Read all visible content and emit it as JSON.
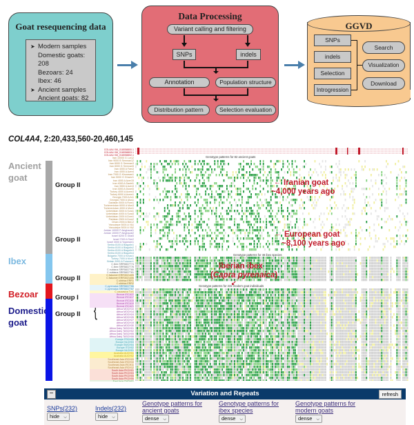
{
  "workflow": {
    "input_box": {
      "title": "Goat resequencing data",
      "items": [
        {
          "bullet": "➤",
          "label": "Modern samples",
          "subs": [
            "Domestic goats: 208",
            "Bezoars: 24",
            "Ibex: 46"
          ]
        },
        {
          "bullet": "➤",
          "label": "Ancient samples",
          "subs": [
            "Ancient goats: 82"
          ]
        }
      ]
    },
    "processing_box": {
      "title": "Data Processing",
      "step_variant": "Variant calling and filtering",
      "step_snps": "SNPs",
      "step_indels": "indels",
      "step_annotation": "Annotation",
      "step_population": "Population structure",
      "step_distribution": "Distribution pattern",
      "step_selection": "Selection evaluation"
    },
    "database": {
      "title": "GGVD",
      "data_types": [
        "SNPs",
        "indels",
        "Selection",
        "Introgression"
      ],
      "functions": [
        "Search",
        "Visualization",
        "Download"
      ]
    },
    "colors": {
      "input": "#7ecfcd",
      "processing": "#e26d76",
      "database": "#f8c990",
      "arrow": "#4a7fab"
    }
  },
  "browser": {
    "gene": "COL4A4",
    "locus": ", 2:20,433,560-20,460,145",
    "groups": [
      {
        "name_line1": "Ancient",
        "name_line2": "goat",
        "color": "#a8a8a8",
        "text_color": "#a0a0a0"
      },
      {
        "name_line1": "Ibex",
        "name_line2": "",
        "color": "#84c6ee",
        "text_color": "#7ab8e0"
      },
      {
        "name_line1": "Bezoar",
        "name_line2": "",
        "color": "#e3161d",
        "text_color": "#d11c24"
      },
      {
        "name_line1": "Domestic",
        "name_line2": "goat",
        "color": "#0a14e6",
        "text_color": "#1a1a8a"
      }
    ],
    "subgroup_labels": [
      "Group II",
      "Group II",
      "Group II",
      "Group I",
      "Group II"
    ],
    "transcripts": [
      "COL4A4  XM_018058800.1",
      "COL4A4  XM_018058803.1",
      "COL4A4  XM_018058802.1"
    ],
    "track_captions": [
      "Genotype patterns for 82 ancient goats",
      "Genotype patterns for 46 ibex species",
      "Genotype patterns for 232 modern goat individuals"
    ],
    "samples_ancient": [
      "Iran_10000_G_Lur12",
      "Iran_9000_B_Semnan12",
      "Iran_8000_G_Semnan3",
      "Iran_8000_G_Semnan5",
      "Iran_4000_A_Fars3",
      "Iran_4000_A_Azer4",
      "Iran_7000_G_Khorasan1",
      "Iran_5000_G_Ghazvi1",
      "Iran_4000_A_Azer15",
      "Iran_4000_A_Dasht1",
      "Iran_3500_A_Azer3",
      "Iran_3000_A_Dsnet3",
      "Turkey_4000_A_Acem3",
      "Turkey_6000_A_Acem1",
      "Georgia_7000_A_Ar1",
      "Georgia_7000_A_Ulus1",
      "Dakistan_5000_A_Rom1",
      "Turkmenistan_6000_A_Mon3",
      "Turkmenistan_4000_A_Mon1",
      "Uzbekistan_3000_A_Sura1",
      "Uzbekistan_4000_A_Sura3",
      "Uzbekistan_2000_A_Dom1",
      "Pakistan_2500_A_Dom2",
      "Oman_2000_A_BAC2",
      "Yanoutepe_5000_A_YA1",
      "Yanoutepe_5000_A_YA2",
      "Jordan_10000_P_Ainghazal1",
      "Jordan_10000_P_Ainghazal2",
      "Israel_6200_G_Gilat3",
      "Israel_7000_A_Tsie2",
      "Israel_3000_A_Yoqneam1",
      "Serbia_8100_A_Blagotin1",
      "Serbia_8100_A_Blagotin2",
      "Serbia_8100_A_Blagotin3",
      "Serbia_8100_A_Blagotin4",
      "Bulgaria_7000_A_Kovac1",
      "Turkey_7000_A_Mort1",
      "Britain_3000_A_Potamer1"
    ],
    "samples_ibex": [
      "C.ibex_SRR5837774",
      "C.ibex_SRR5837776",
      "C.nubiana_SRR5837780",
      "C.nubiana_SRR5837781",
      "C.falconeri_ERR3021405",
      "C.falconeri_ERR3021406",
      "C.sibirica_ERR1",
      "C.sibirica_ERR2",
      "C.pyrenaica_SRR5837786",
      "C.pyrenaica_SRR5837787",
      "C.caucasica_Tur1"
    ],
    "samples_bezoar": [
      "Bezoar_IRCA22",
      "Bezoar_IRCA17",
      "Bezoar_IRCA15",
      "Bezoar_IRCA19",
      "Bezoar_IRCA21"
    ],
    "samples_domestic": [
      "Africa_MOCH10",
      "Africa_MOCH14",
      "Africa_MOCH24",
      "Africa_MOCH26",
      "Africa_MOCH27",
      "Africa_MOCH19",
      "Africa_MOCH30",
      "Africa_Dairy_TASCH01",
      "Africa_Dairy_TASCH02",
      "Africa_Dairy_TASCH05",
      "Africa_Dairy_TASCH06",
      "Europe_FRCH05",
      "Europe_NLCH03",
      "Europe_SWCH04",
      "Europe_ITCH02",
      "Europe_NLCH01",
      "Australia_AUCH01",
      "Australia_AUCH02",
      "Southeast_Asia_IRCH09",
      "Southeast_Asia_IRCH10",
      "Southeast_Asia_IRCH11",
      "Southeast_Asia_IRCH12",
      "South_Asia_PKCH01",
      "South_Asia_PKCH03",
      "South_Asia_PKCH05",
      "South_Asia_PKCH06",
      "East_Asia_CNCH01",
      "East_Asia_CNCH06",
      "East_Asia_CNCH13",
      "East_Asia_CNCH22",
      "East_Asia_CNCH27"
    ],
    "annotations": [
      {
        "line1": "Iranian goat",
        "line2": "~4,000 years ago",
        "arrow": "←"
      },
      {
        "line1": "European goat",
        "line2": "~8,100 years ago",
        "arrow": "←"
      },
      {
        "line1": "Iberian ibex",
        "line2": "Capra pyrenaica",
        "arrow": "↙"
      }
    ],
    "colors": {
      "match": "#cfcfcf",
      "alt_hom": "#1e9a3c",
      "het": "#7fd07a",
      "alt_light": "#f0ee9a",
      "transcript": "#c0192a"
    }
  },
  "panel": {
    "collapse_label": "−",
    "title": "Variation and Repeats",
    "refresh_label": "refresh",
    "tracks": [
      {
        "line1": "SNPs(232)",
        "line2": "",
        "value": "hide"
      },
      {
        "line1": "Indels(232)",
        "line2": "",
        "value": "hide"
      },
      {
        "line1": "Genotype patterns for",
        "line2": "ancient goats",
        "value": "dense"
      },
      {
        "line1": "Genotype patterns for",
        "line2": "ibex species",
        "value": "dense"
      },
      {
        "line1": "Genotype patterns for",
        "line2": "modern goats",
        "value": "dense"
      }
    ]
  }
}
